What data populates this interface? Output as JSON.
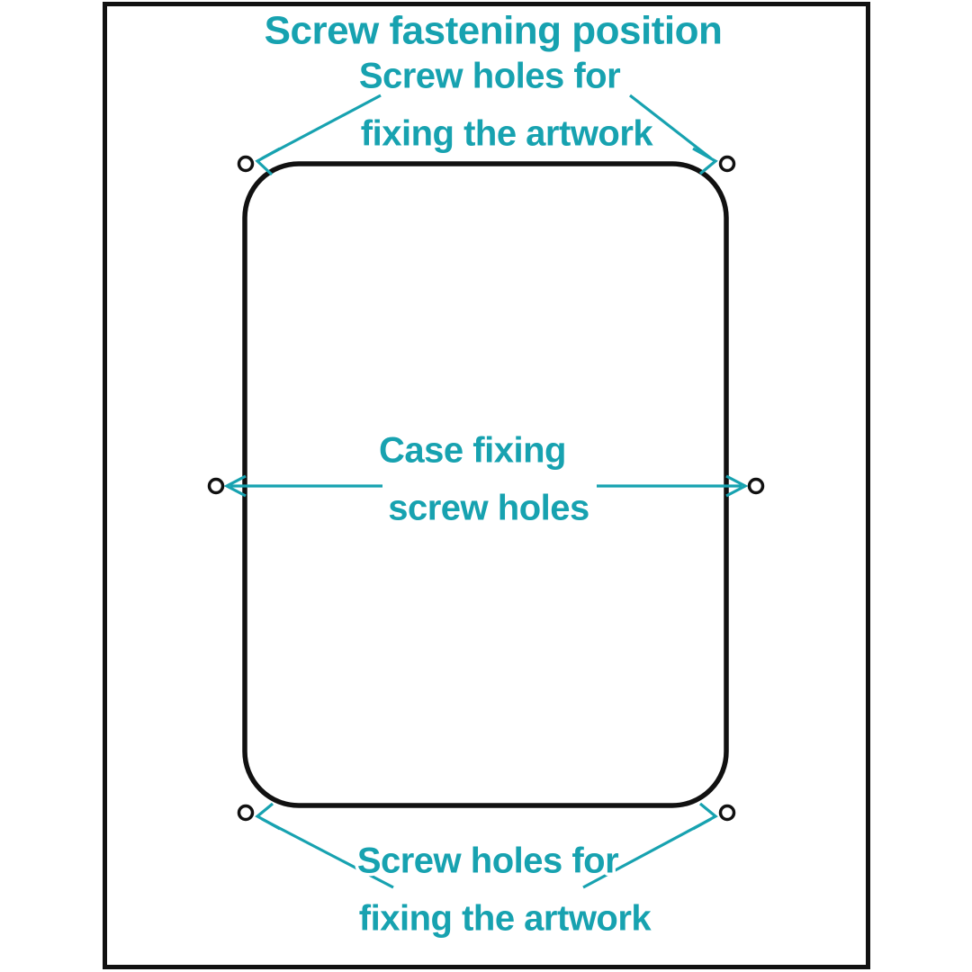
{
  "diagram": {
    "title": "Screw fastening position",
    "accent_color": "#17a2b0",
    "outline_color": "#111111",
    "background_color": "#ffffff",
    "annotations": {
      "top": {
        "line1": "Screw holes for",
        "line2": "fixing the artwork"
      },
      "middle": {
        "line1": "Case fixing",
        "line2": "screw holes"
      },
      "bottom": {
        "line1": "Screw holes for",
        "line2": "fixing the artwork"
      }
    },
    "screw_holes": [
      {
        "name": "top-left",
        "group": "artwork-fixing"
      },
      {
        "name": "top-right",
        "group": "artwork-fixing"
      },
      {
        "name": "middle-left",
        "group": "case-fixing"
      },
      {
        "name": "middle-right",
        "group": "case-fixing"
      },
      {
        "name": "bottom-left",
        "group": "artwork-fixing"
      },
      {
        "name": "bottom-right",
        "group": "artwork-fixing"
      }
    ]
  }
}
